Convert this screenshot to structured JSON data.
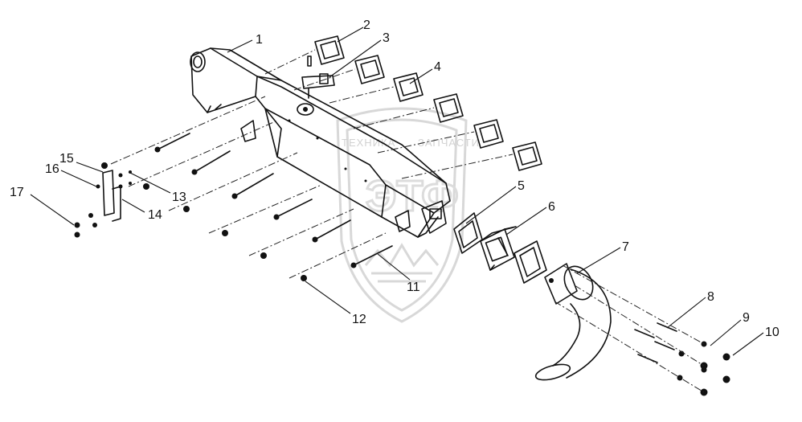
{
  "watermark": {
    "text_left": "ТЕХНИКА",
    "text_right": "ЗАПЧАСТИ",
    "monogram": "ЭТФ"
  },
  "callouts": [
    {
      "id": "1",
      "label": "1"
    },
    {
      "id": "2",
      "label": "2"
    },
    {
      "id": "3",
      "label": "3"
    },
    {
      "id": "4",
      "label": "4"
    },
    {
      "id": "5",
      "label": "5"
    },
    {
      "id": "6",
      "label": "6"
    },
    {
      "id": "7",
      "label": "7"
    },
    {
      "id": "8",
      "label": "8"
    },
    {
      "id": "9",
      "label": "9"
    },
    {
      "id": "10",
      "label": "10"
    },
    {
      "id": "11",
      "label": "11"
    },
    {
      "id": "12",
      "label": "12"
    },
    {
      "id": "13",
      "label": "13"
    },
    {
      "id": "14",
      "label": "14"
    },
    {
      "id": "15",
      "label": "15"
    },
    {
      "id": "16",
      "label": "16"
    },
    {
      "id": "17",
      "label": "17"
    }
  ],
  "icons": {
    "watermark_emblem": "shield-emblem-icon"
  }
}
